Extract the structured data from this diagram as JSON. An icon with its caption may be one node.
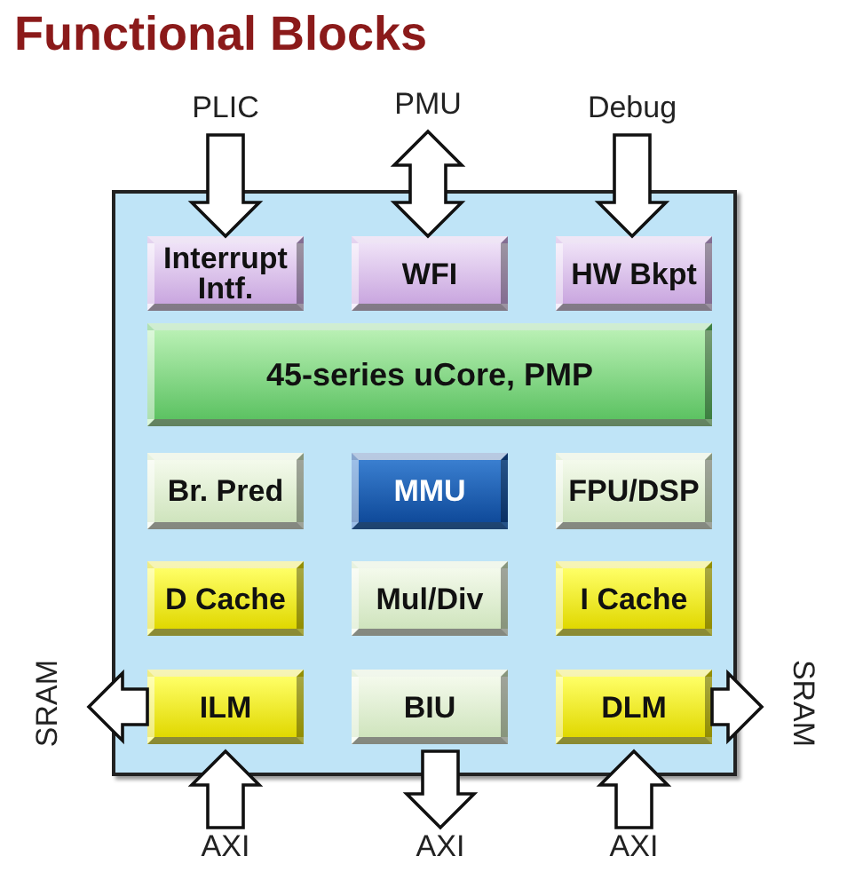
{
  "diagram": {
    "title": "Functional Blocks",
    "nodes": [
      {
        "text": [
          "PLIC"
        ]
      },
      {
        "text": [
          "PMU"
        ]
      },
      {
        "text": [
          "Debug"
        ]
      },
      {
        "text": [],
        "shape": "box"
      },
      {
        "text": [
          "Interrupt Intf."
        ],
        "in": 3
      },
      {
        "text": [
          "WFI"
        ],
        "in": 3
      },
      {
        "text": [
          "HW Bkpt"
        ],
        "in": 3
      },
      {
        "text": [
          "45-series uCore, PMP"
        ],
        "in": 3
      },
      {
        "text": [
          "Br. Pred"
        ],
        "in": 3
      },
      {
        "text": [
          "MMU"
        ],
        "in": 3
      },
      {
        "text": [
          "FPU/DSP"
        ],
        "in": 3
      },
      {
        "text": [
          "D Cache"
        ],
        "in": 3
      },
      {
        "text": [
          "Mul/Div"
        ],
        "in": 3
      },
      {
        "text": [
          "I Cache"
        ],
        "in": 3
      },
      {
        "text": [
          "SRAM"
        ]
      },
      {
        "text": [
          "ILM"
        ],
        "in": 3
      },
      {
        "text": [
          "BIU"
        ],
        "in": 3
      },
      {
        "text": [
          "DLM"
        ],
        "in": 3
      },
      {
        "text": [
          "SRAM"
        ]
      },
      {
        "text": [
          "AXI"
        ]
      },
      {
        "text": [
          "AXI"
        ]
      },
      {
        "text": [
          "AXI"
        ]
      }
    ],
    "edges": [
      {
        "from": 0,
        "to": 4,
        "arrow": "to"
      },
      {
        "from": 1,
        "to": 5,
        "arrow": "both"
      },
      {
        "from": 2,
        "to": 6,
        "arrow": "to"
      },
      {
        "from": 15,
        "to": 14,
        "arrow": "to"
      },
      {
        "from": 17,
        "to": 18,
        "arrow": "to"
      },
      {
        "from": 19,
        "to": 15,
        "arrow": "to"
      },
      {
        "from": 16,
        "to": 20,
        "arrow": "to"
      },
      {
        "from": 21,
        "to": 17,
        "arrow": "to"
      }
    ]
  }
}
